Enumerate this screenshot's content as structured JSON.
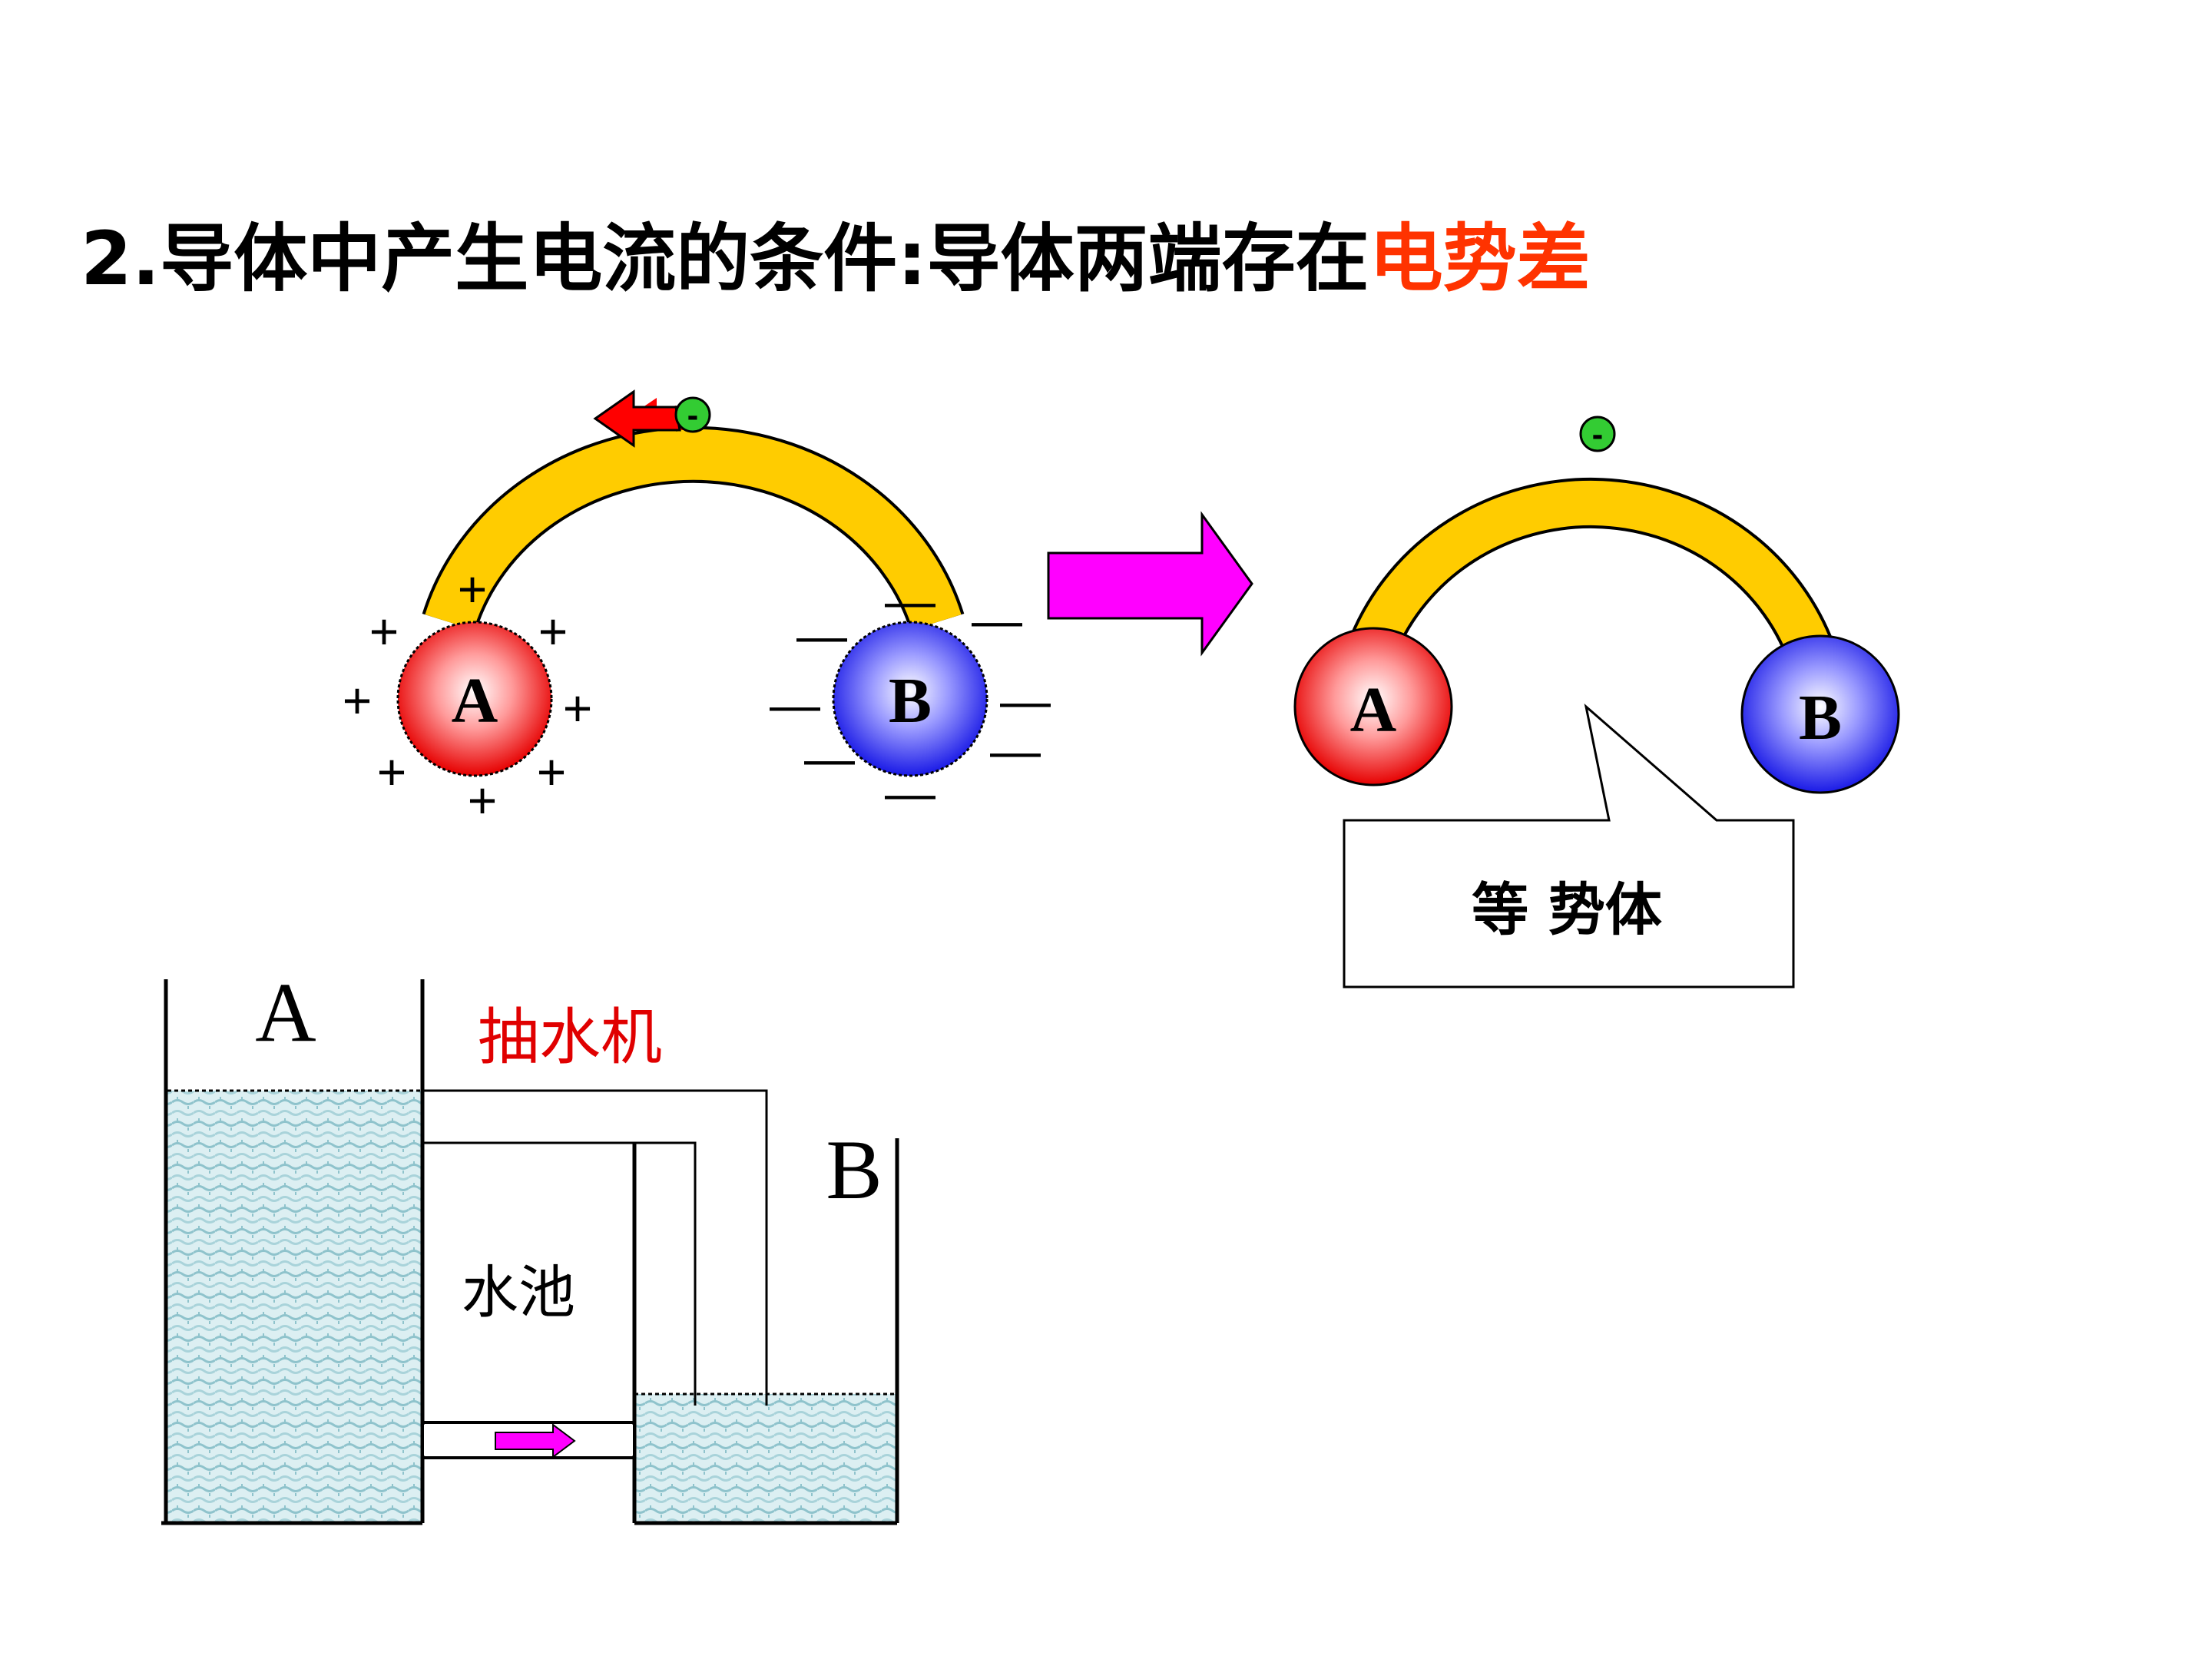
{
  "title": {
    "prefix": "2.导体中产生电流的条件:导体两端存在",
    "highlight": "电势差",
    "highlight_color": "#ff3300"
  },
  "left_diagram": {
    "sphere_a_label": "A",
    "sphere_b_label": "B",
    "positive_symbol": "+",
    "negative_symbol": "—",
    "electron_symbol": "-"
  },
  "right_diagram": {
    "sphere_a_label": "A",
    "sphere_b_label": "B",
    "electron_symbol": "-",
    "callout_text": "等 势体"
  },
  "water_analogy": {
    "tank_a_label": "A",
    "tank_b_label": "B",
    "pump_label": "抽水机",
    "pool_label": "水池"
  },
  "colors": {
    "conductor": "#ffcc00",
    "sphere_a": "#ff3333",
    "sphere_b": "#3333ff",
    "arrow_big": "#ff00ff",
    "electron": "#33cc33",
    "flow_arrow_red": "#ff0000",
    "water": "#c9e5ea"
  }
}
